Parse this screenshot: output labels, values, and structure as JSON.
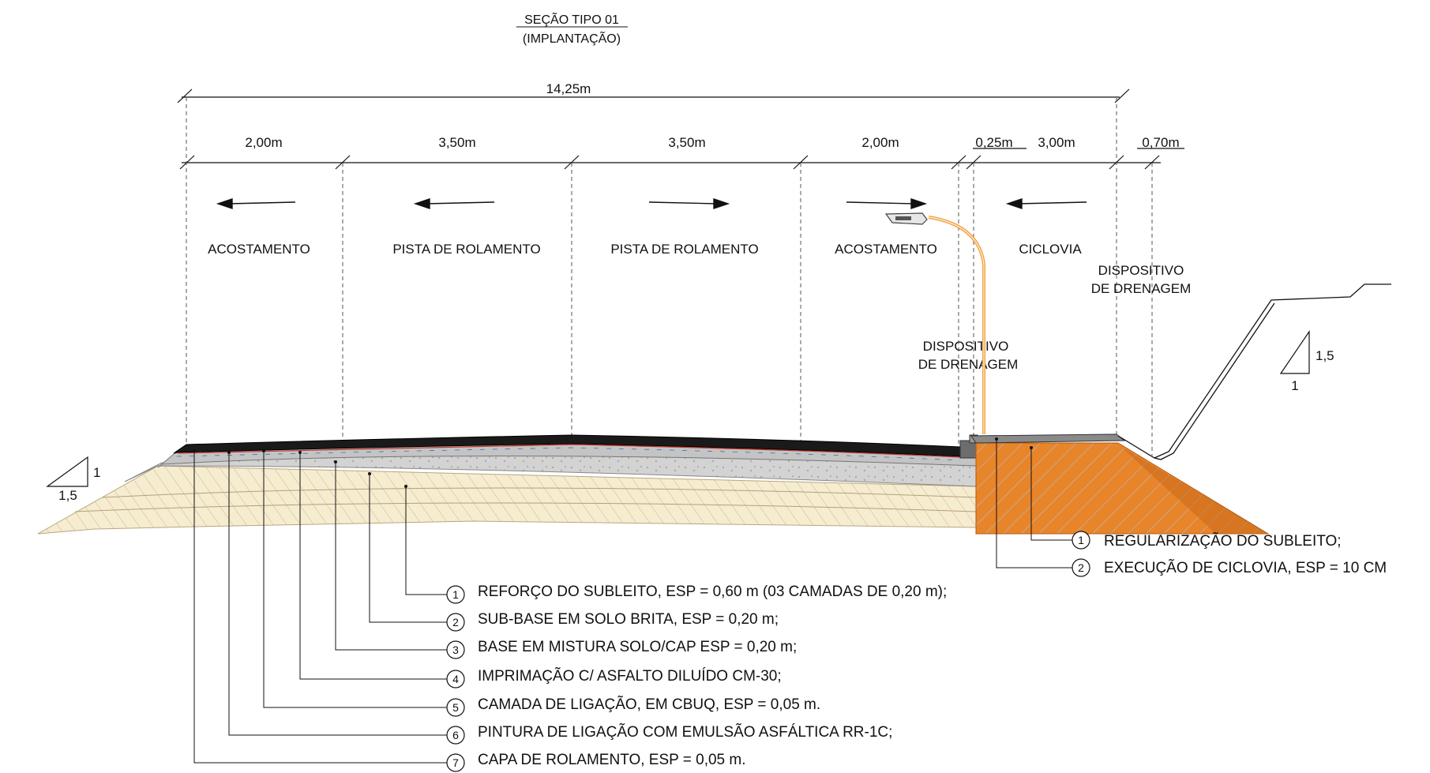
{
  "title": {
    "line1": "SEÇÃO TIPO 01",
    "line2": "(IMPLANTAÇÃO)"
  },
  "dimensions": {
    "total": "14,25m",
    "segments": [
      "2,00m",
      "3,50m",
      "3,50m",
      "2,00m",
      "0,25m",
      "3,00m",
      "0,70m"
    ]
  },
  "zones": {
    "shoulder_left": "ACOSTAMENTO",
    "lane_left": "PISTA DE ROLAMENTO",
    "lane_right": "PISTA DE ROLAMENTO",
    "shoulder_right": "ACOSTAMENTO",
    "bikeway": "CICLOVIA"
  },
  "drainage": {
    "left_line1": "DISPOSITIVO",
    "left_line2": "DE DRENAGEM",
    "right_line1": "DISPOSITIVO",
    "right_line2": "DE DRENAGEM"
  },
  "slopes": {
    "left_vertical": "1",
    "left_horizontal": "1,5",
    "right_vertical": "1,5",
    "right_horizontal": "1"
  },
  "pavement_layers": [
    {
      "num": "1",
      "text": "REFORÇO DO SUBLEITO, ESP = 0,60 m (03 CAMADAS DE 0,20 m);"
    },
    {
      "num": "2",
      "text": "SUB-BASE EM SOLO BRITA, ESP = 0,20 m;"
    },
    {
      "num": "3",
      "text": "BASE EM MISTURA SOLO/CAP ESP = 0,20 m;"
    },
    {
      "num": "4",
      "text": "IMPRIMAÇÃO C/ ASFALTO DILUÍDO CM-30;"
    },
    {
      "num": "5",
      "text": "CAMADA DE LIGAÇÃO, EM CBUQ, ESP = 0,05 m."
    },
    {
      "num": "6",
      "text": "PINTURA DE LIGAÇÃO COM EMULSÃO ASFÁLTICA RR-1C;"
    },
    {
      "num": "7",
      "text": "CAPA DE ROLAMENTO, ESP = 0,05 m."
    }
  ],
  "bikeway_layers": [
    {
      "num": "1",
      "text": "REGULARIZAÇÃO DO SUBLEITO;"
    },
    {
      "num": "2",
      "text": "EXECUÇÃO DE CICLOVIA, ESP = 10 CM"
    }
  ],
  "colors": {
    "embankment_fill": "#f6ecd0",
    "embankment_hatch": "#c9b98f",
    "base_gray": "#cfcfcf",
    "subbase_gray": "#bdbdbd",
    "asphalt": "#1a1a1a",
    "bikeway_orange": "#e8842a",
    "bikeway_dark": "#c96a18",
    "pole_orange": "#f0a040"
  }
}
